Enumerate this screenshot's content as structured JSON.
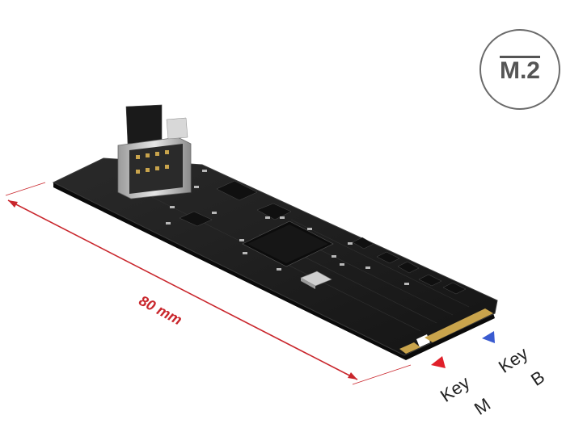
{
  "badge": {
    "text": "M.2"
  },
  "dimension": {
    "label": "80 mm"
  },
  "key_m": {
    "line1": "Key",
    "line2": "M",
    "marker_color": "#e0202a"
  },
  "key_b": {
    "line1": "Key",
    "line2": "B",
    "marker_color": "#3a5bd0"
  },
  "colors": {
    "pcb": "#1b1b1b",
    "gold_contacts": "#c9a44c",
    "dimension_line": "#c9262c"
  }
}
